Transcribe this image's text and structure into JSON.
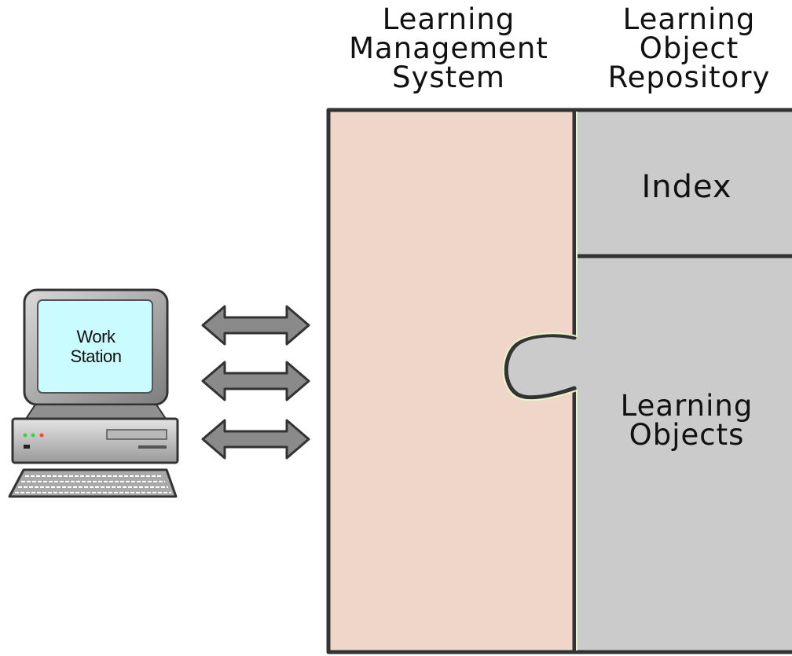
{
  "headers": {
    "lms": [
      "Learning",
      "Management",
      "System"
    ],
    "lor": [
      "Learning",
      "Object",
      "Repository"
    ]
  },
  "panels": {
    "index": "Index",
    "learning_objects": [
      "Learning",
      "Objects"
    ]
  },
  "workstation": {
    "label": [
      "Work",
      "Station"
    ]
  },
  "colors": {
    "lms_fill": "#efd6c8",
    "lor_fill": "#cbcbcb",
    "screen_fill": "#c9fbff",
    "arrow_fill": "#8a8a8a",
    "outline": "#333333",
    "seam_glow": "#e6f6c6"
  }
}
